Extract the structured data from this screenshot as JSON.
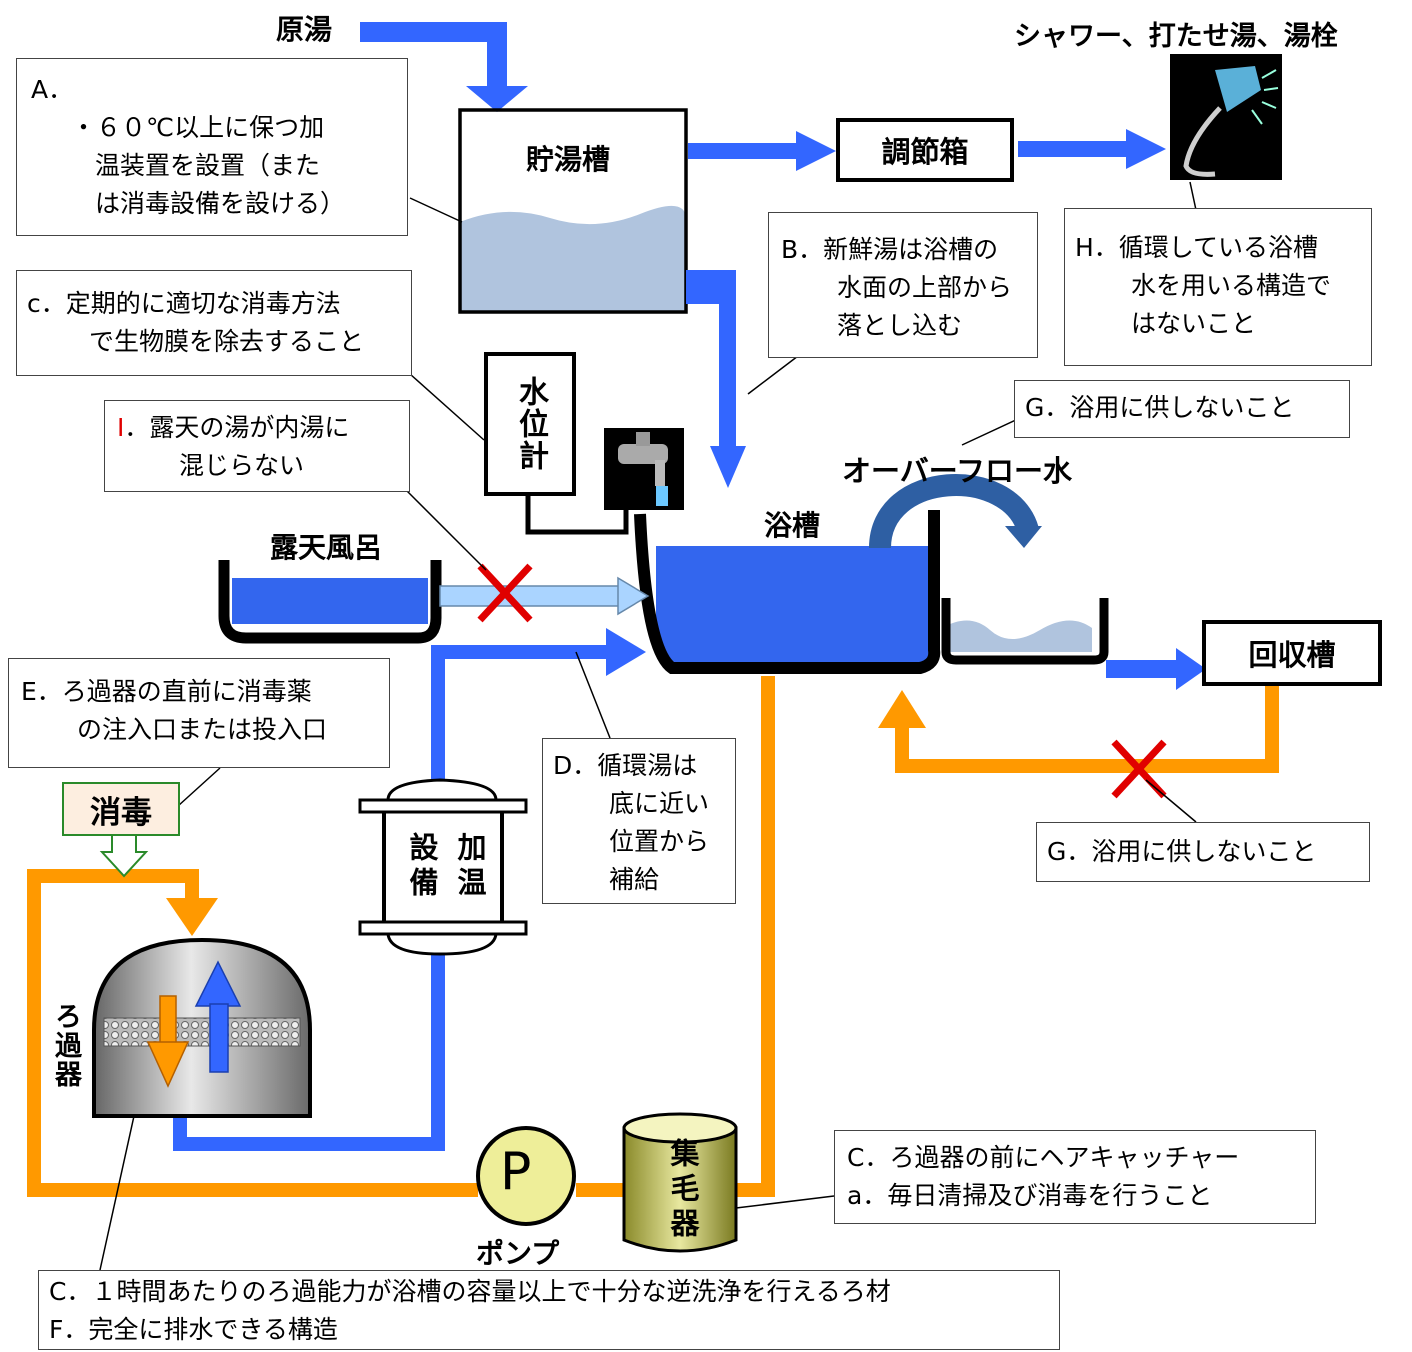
{
  "labels": {
    "source_water": "原湯",
    "shower": "シャワー、打たせ湯、湯栓",
    "storage_tank": "貯湯槽",
    "regulator_box": "調節箱",
    "water_gauge": "水位計",
    "bath_tank": "浴槽",
    "overflow": "オーバーフロー水",
    "outdoor_bath": "露天風呂",
    "recovery_tank": "回収槽",
    "disinfect": "消毒",
    "heater": "加温設備",
    "heater_col1": "設備",
    "heater_col2": "加温",
    "filter": "ろ過器",
    "pump_symbol": "P",
    "pump": "ポンプ",
    "hair_catcher": "集毛器"
  },
  "notes": {
    "A": {
      "mark": "A．",
      "lines": [
        "・６０℃以上に保つ加",
        "温装置を設置（また",
        "は消毒設備を設ける）"
      ]
    },
    "B": {
      "lines": [
        "B．新鮮湯は浴槽の",
        "水面の上部から",
        "落とし込む"
      ]
    },
    "c": {
      "lines": [
        "c．定期的に適切な消毒方法",
        "で生物膜を除去すること"
      ]
    },
    "H": {
      "lines": [
        "H．循環している浴槽",
        "水を用いる構造で",
        "はないこと"
      ]
    },
    "G1": {
      "text": "G．浴用に供しないこと"
    },
    "I": {
      "mark": "I",
      "line1": "．露天の湯が内湯に",
      "line2": "混じらない"
    },
    "E": {
      "lines": [
        "E．ろ過器の直前に消毒薬",
        "の注入口または投入口"
      ]
    },
    "D": {
      "lines": [
        "D．循環湯は",
        "底に近い",
        "位置から",
        "補給"
      ]
    },
    "G2": {
      "text": "G．浴用に供しないこと"
    },
    "C1": {
      "lines": [
        "C．ろ過器の前にヘアキャッチャー",
        "a．毎日清掃及び消毒を行うこと"
      ]
    },
    "C2": {
      "lines": [
        "C．１時間あたりのろ過能力が浴槽の容量以上で十分な逆洗浄を行えるろ材",
        "F．完全に排水できる構造"
      ]
    }
  },
  "colors": {
    "blue_pipe": "#3366ff",
    "orange_pipe": "#ff9900",
    "water": "#b0c4de",
    "bath_water": "#3366ee",
    "cross": "#e00000"
  }
}
